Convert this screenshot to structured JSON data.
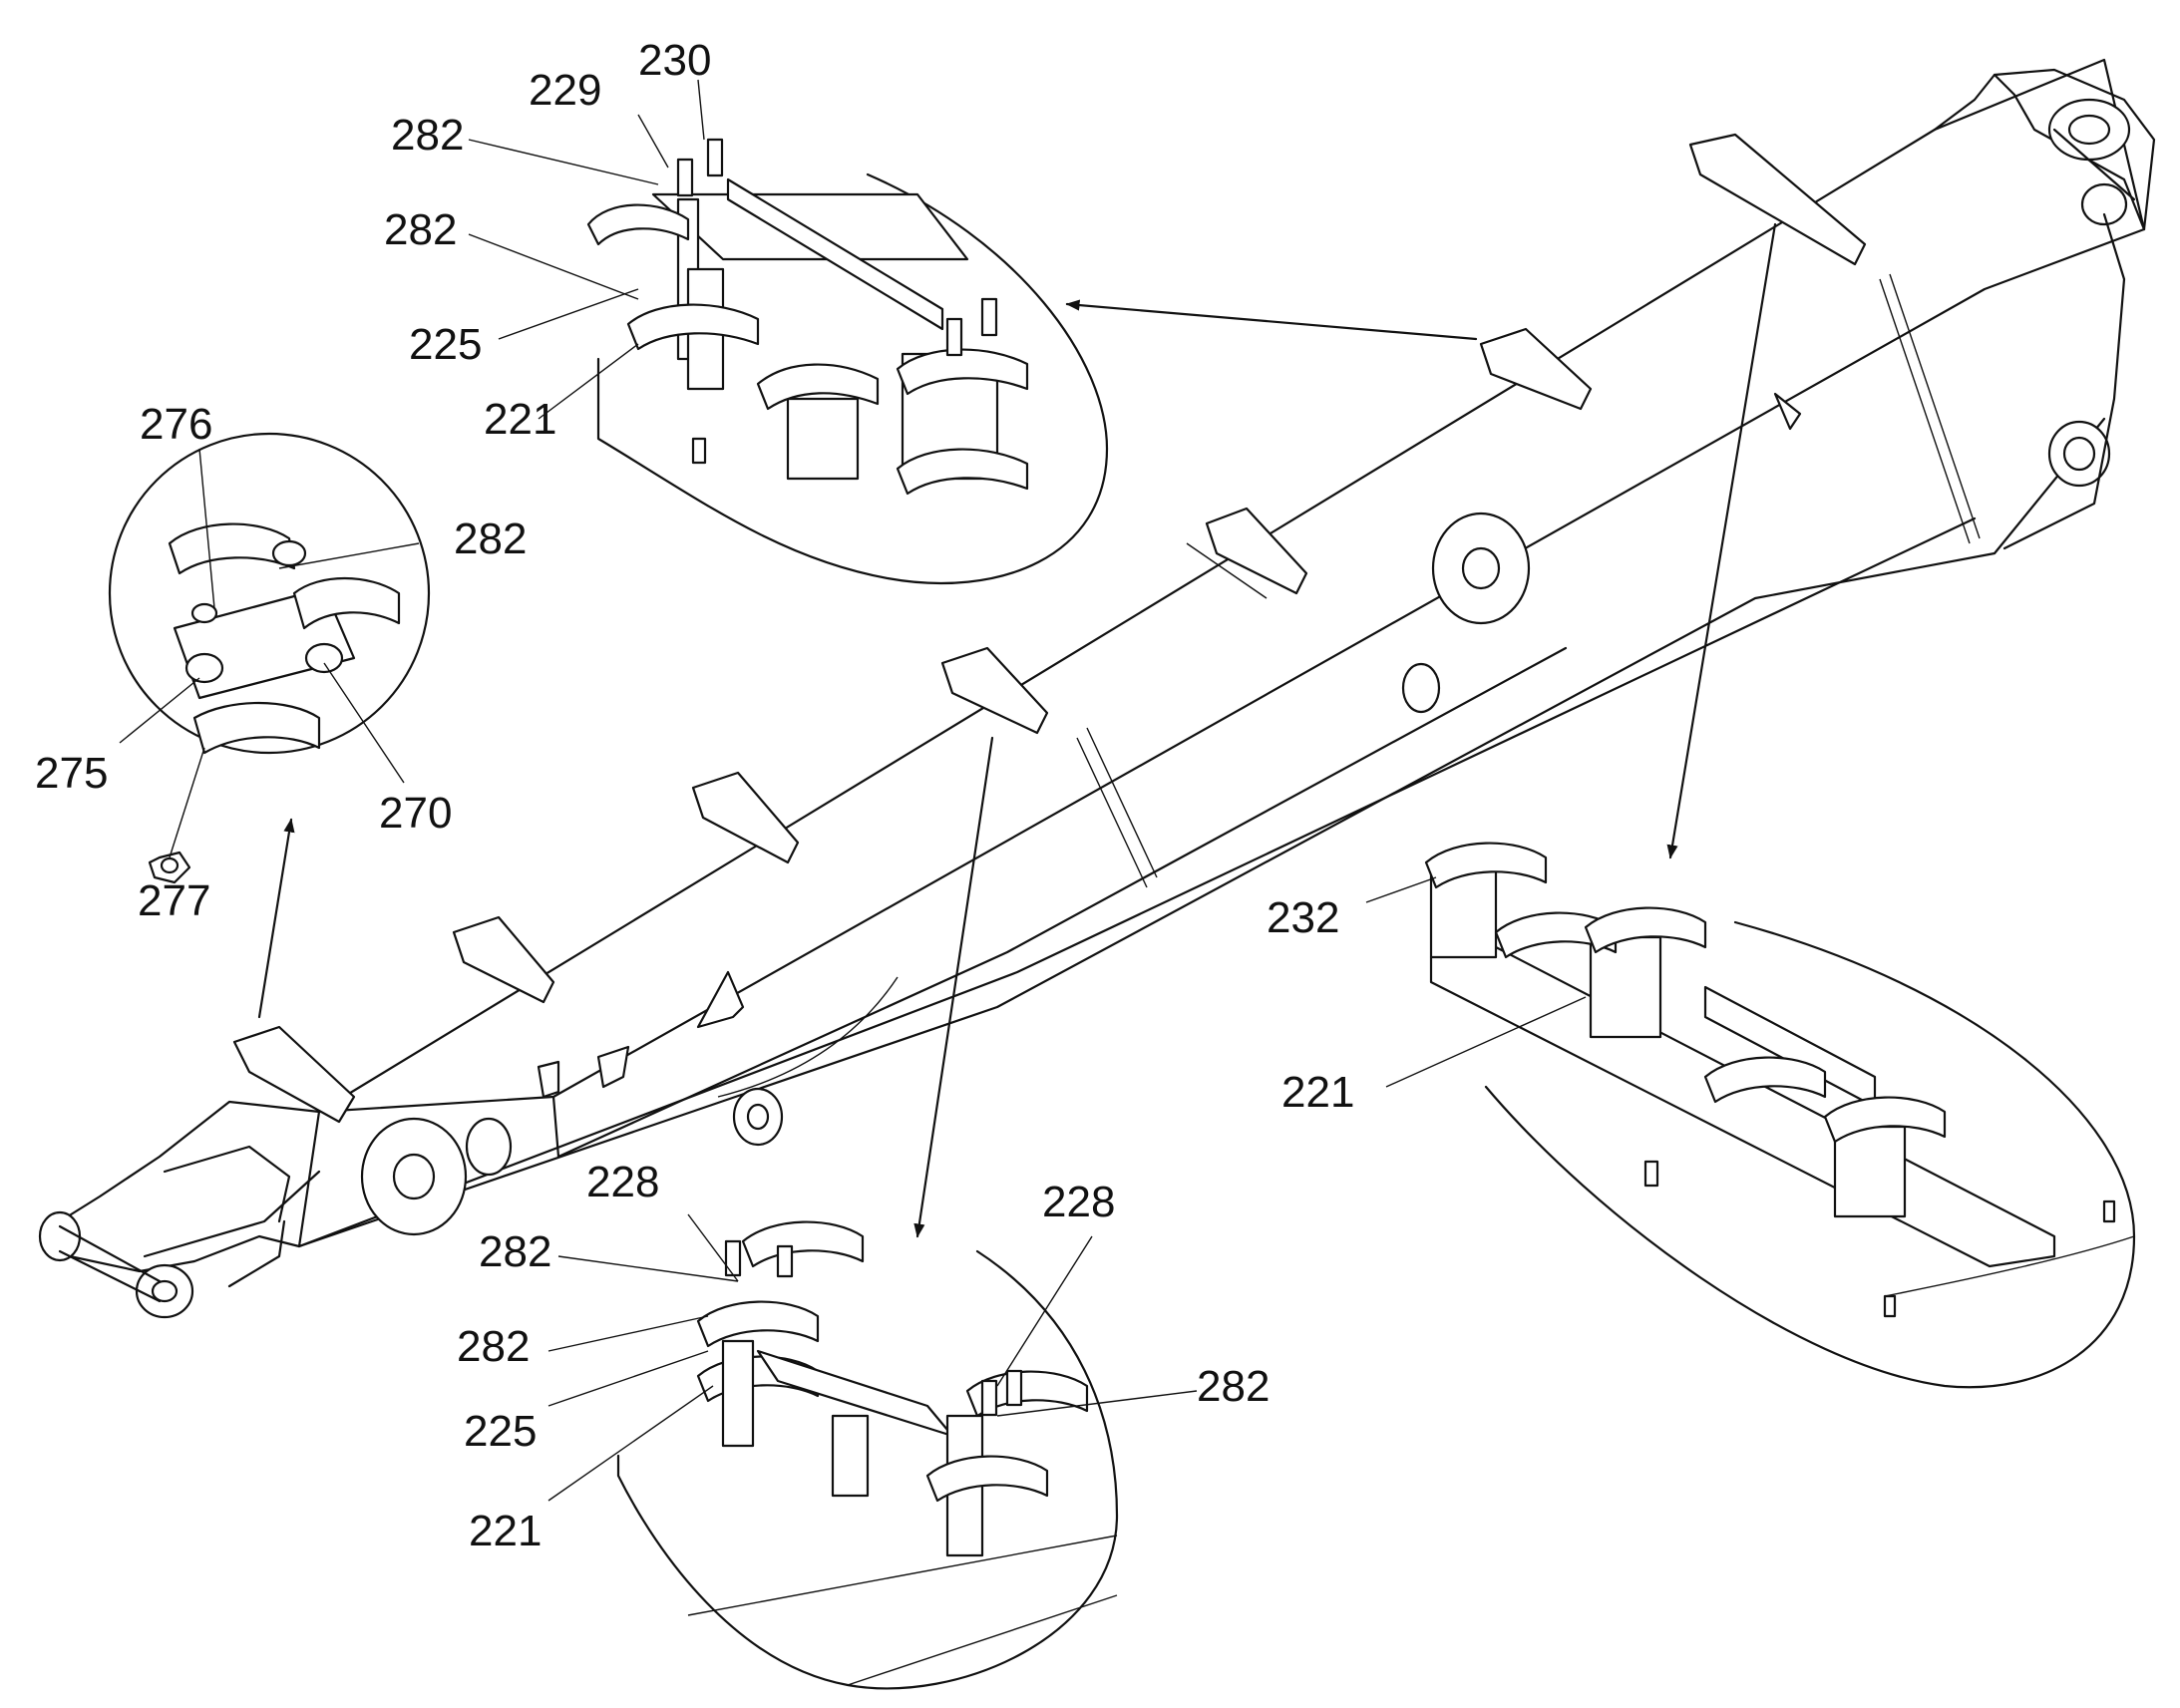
{
  "figure": {
    "labels": {
      "l229": "229",
      "l230": "230",
      "l282_a": "282",
      "l282_b": "282",
      "l225_a": "225",
      "l221_a": "221",
      "l276": "276",
      "l282_c": "282",
      "l275": "275",
      "l270": "270",
      "l277": "277",
      "l232": "232",
      "l221_b": "221",
      "l228_a": "228",
      "l228_b": "228",
      "l282_d": "282",
      "l282_e": "282",
      "l225_b": "225",
      "l282_f": "282",
      "l221_c": "221"
    }
  }
}
